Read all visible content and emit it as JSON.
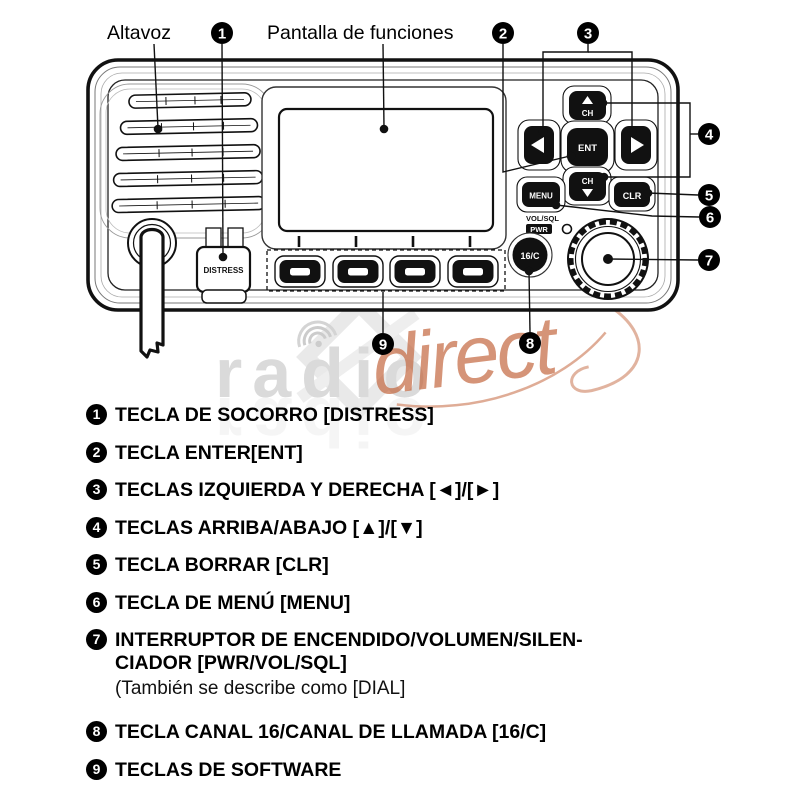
{
  "page": {
    "bg": "#ffffff",
    "ink": "#111111"
  },
  "diagram": {
    "label_altavoz": "Altavoz",
    "label_pantalla": "Pantalla de funciones",
    "key_distress": "DISTRESS",
    "key_ent": "ENT",
    "key_ch_up": "CH",
    "key_ch_down": "CH",
    "key_menu": "MENU",
    "key_clr": "CLR",
    "label_vol_sql": "VOL/SQL",
    "label_pwr": "PWR",
    "key_16c": "16/C",
    "callouts": [
      "1",
      "2",
      "3",
      "4",
      "5",
      "6",
      "7",
      "8",
      "9"
    ]
  },
  "watermark": {
    "word_radio": "radio",
    "word_direct": "direct",
    "gray": "#dadada",
    "orange": "#c4673f"
  },
  "legend": {
    "items": [
      {
        "num": "1",
        "text": "TECLA DE SOCORRO [DISTRESS]"
      },
      {
        "num": "2",
        "text": "TECLA ENTER[ENT]"
      },
      {
        "num": "3",
        "text": "TECLAS IZQUIERDA Y DERECHA [◄]/[►]"
      },
      {
        "num": "4",
        "text": "TECLAS ARRIBA/ABAJO [▲]/[▼]"
      },
      {
        "num": "5",
        "text": "TECLA BORRAR [CLR]"
      },
      {
        "num": "6",
        "text": "TECLA DE MENÚ [MENU]"
      },
      {
        "num": "7",
        "text": "INTERRUPTOR DE ENCENDIDO/VOLUMEN/SILEN-",
        "text2": "CIADOR [PWR/VOL/SQL]",
        "note": "(También se describe como [DIAL]"
      },
      {
        "num": "8",
        "text": "TECLA CANAL 16/CANAL DE LLAMADA [16/C]"
      },
      {
        "num": "9",
        "text": "TECLAS DE SOFTWARE"
      }
    ]
  }
}
